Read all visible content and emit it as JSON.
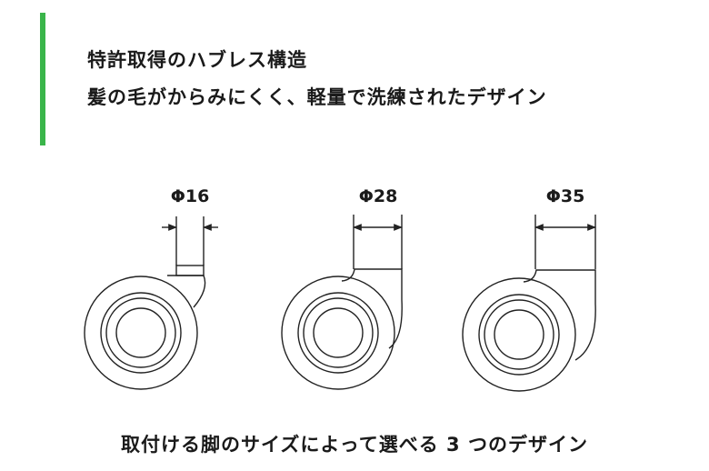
{
  "colors": {
    "accent": "#3ab54a",
    "line": "#222222",
    "background": "#ffffff"
  },
  "headline": {
    "line1": "特許取得のハブレス構造",
    "line2": "髪の毛がからみにくく、軽量で洗練されたデザイン"
  },
  "casters": [
    {
      "label": "Φ16"
    },
    {
      "label": "Φ28"
    },
    {
      "label": "Φ35"
    }
  ],
  "caption": "取付ける脚のサイズによって選べる 3 つのデザイン"
}
